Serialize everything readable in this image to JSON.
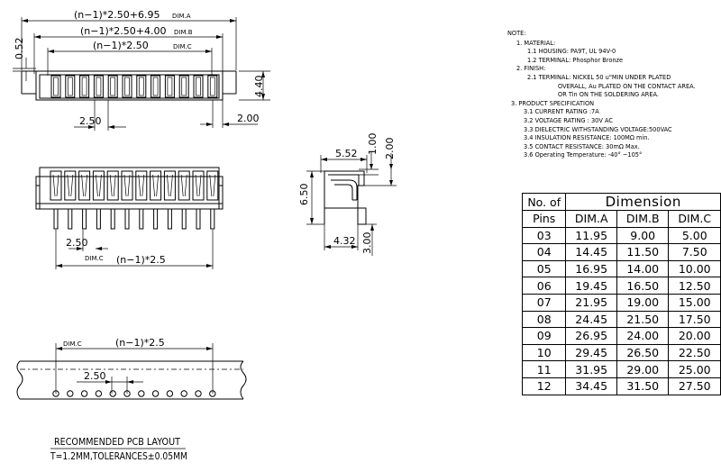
{
  "top_view": {
    "dim_a_formula": "(n−1)*2.50+6.95",
    "dim_a_label": "DIM.A",
    "dim_b_formula": "(n−1)*2.50+4.00",
    "dim_b_label": "DIM.B",
    "dim_c_formula": "(n−1)*2.50",
    "dim_c_label": "DIM.C",
    "height_left": "0.52",
    "height_right": "4.40",
    "pitch": "2.50",
    "offset": "2.00"
  },
  "front_view": {
    "pitch": "2.50",
    "dim_c_label": "DIM.C",
    "span_formula": "(n−1)*2.5"
  },
  "side_view": {
    "width": "5.52",
    "top_height": "1.00",
    "top_step": "2.00",
    "total_height": "6.50",
    "base_width": "4.32",
    "pin_length": "3.00"
  },
  "pcb_layout": {
    "dim_c_label": "DIM.C",
    "span_formula": "(n−1)*2.5",
    "pitch": "2.50",
    "title": "RECOMMENDED  PCB  LAYOUT",
    "subtitle": "T=1.2MM,TOLERANCES±0.05MM"
  },
  "notes": [
    "NOTE:",
    "1. MATERIAL:",
    "1.1 HOUSING: PA9T, UL 94V-0",
    "1.2 TERMINAL: Phosphor Bronze",
    "2. FINISH:",
    "2.1 TERMINAL: NICKEL 50 u\"MIN UNDER PLATED",
    "OVERALL, Au PLATED ON THE CONTACT AREA.",
    "OR Tin ON THE SOLDERING AREA.",
    "3. PRODUCT SPECIFICATION",
    "3.1 CURRENT RATING :7A",
    "3.2 VOLTAGE RATING : 30V AC",
    "3.3 DIELECTRIC WITHSTANDING VOLTAGE:500VAC",
    "3.4 INSULATION RESISTANCE:  100MΩ min.",
    "3.5 CONTACT RESISTANCE:  30mΩ Max.",
    "3.6 Operating Temperature:  -40° ~105°"
  ],
  "dimension_table": {
    "head_row1_left": "No. of",
    "head_row1_span": "Dimension",
    "head_row2": [
      "Pins",
      "DIM.A",
      "DIM.B",
      "DIM.C"
    ],
    "rows": [
      [
        "03",
        "11.95",
        "9.00",
        "5.00"
      ],
      [
        "04",
        "14.45",
        "11.50",
        "7.50"
      ],
      [
        "05",
        "16.95",
        "14.00",
        "10.00"
      ],
      [
        "06",
        "19.45",
        "16.50",
        "12.50"
      ],
      [
        "07",
        "21.95",
        "19.00",
        "15.00"
      ],
      [
        "08",
        "24.45",
        "21.50",
        "17.50"
      ],
      [
        "09",
        "26.95",
        "24.00",
        "20.00"
      ],
      [
        "10",
        "29.45",
        "26.50",
        "22.50"
      ],
      [
        "11",
        "31.95",
        "29.00",
        "25.00"
      ],
      [
        "12",
        "34.45",
        "31.50",
        "27.50"
      ]
    ]
  }
}
